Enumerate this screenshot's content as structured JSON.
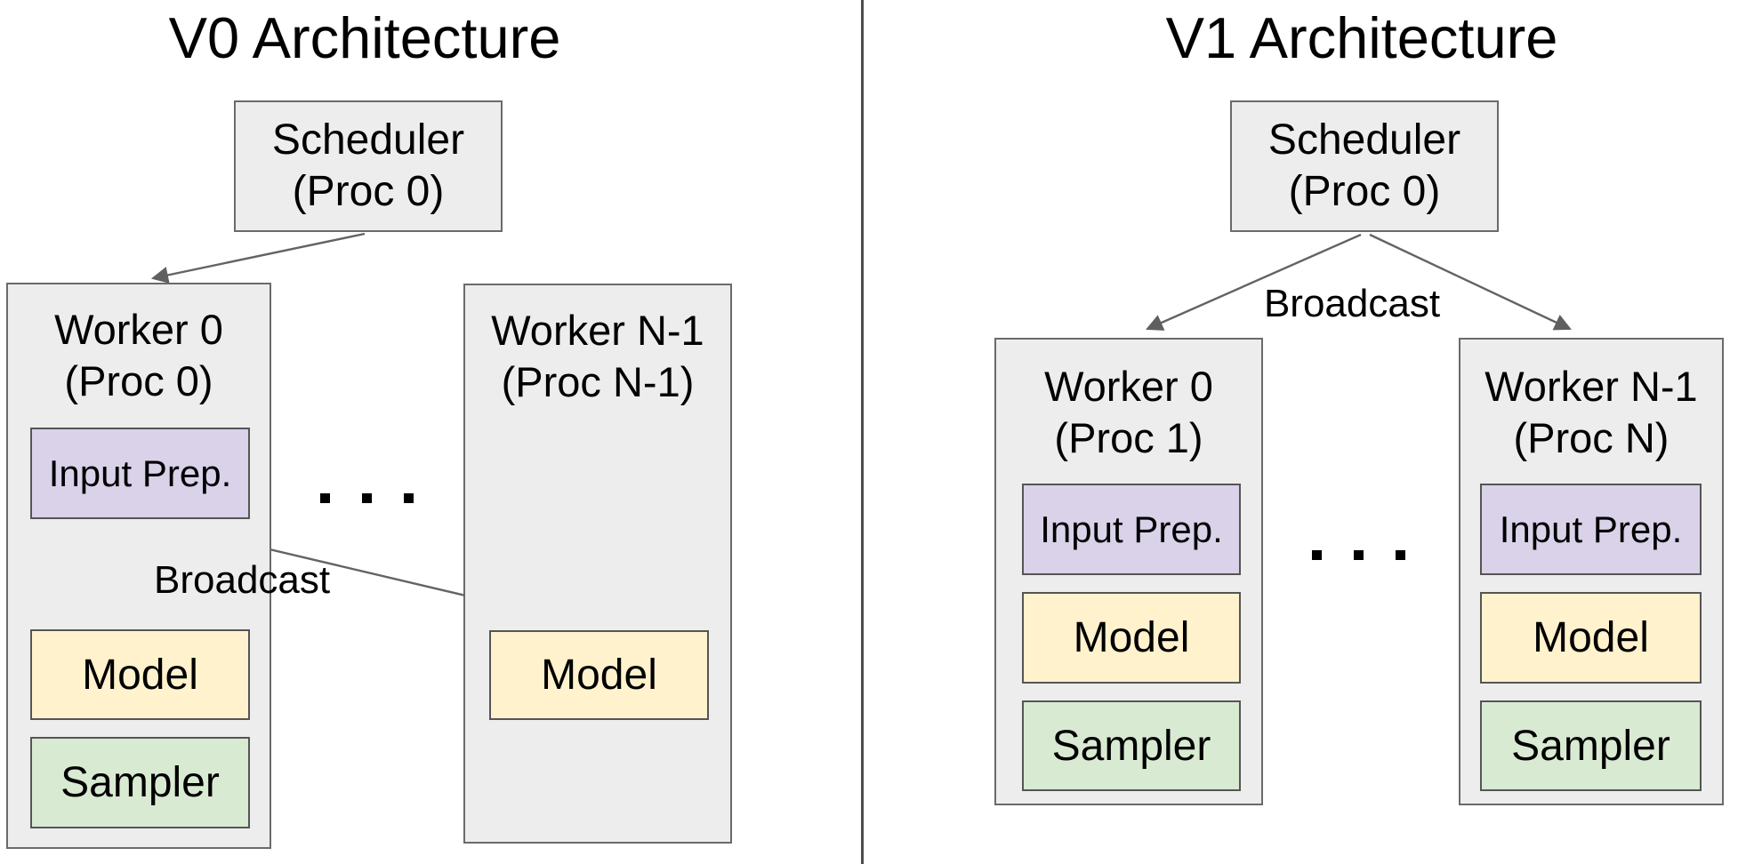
{
  "colors": {
    "background": "#ffffff",
    "container_fill": "#ededed",
    "container_border": "#6a6a6a",
    "inner_border": "#555555",
    "input_prep_fill": "#d9d2e9",
    "model_fill": "#fff2cc",
    "sampler_fill": "#d9ead3",
    "arrow": "#636363",
    "divider": "#4d4d4d",
    "text": "#000000"
  },
  "v0": {
    "title": "V0 Architecture",
    "scheduler": {
      "name": "Scheduler",
      "proc": "(Proc 0)"
    },
    "broadcast_label": "Broadcast",
    "ellipsis": ". . .",
    "worker0": {
      "name": "Worker 0",
      "proc": "(Proc 0)",
      "input_prep": "Input Prep.",
      "model": "Model",
      "sampler": "Sampler"
    },
    "worker_n": {
      "name": "Worker N-1",
      "proc": "(Proc N-1)",
      "model": "Model"
    }
  },
  "v1": {
    "title": "V1 Architecture",
    "scheduler": {
      "name": "Scheduler",
      "proc": "(Proc 0)"
    },
    "broadcast_label": "Broadcast",
    "ellipsis": ". . .",
    "worker0": {
      "name": "Worker 0",
      "proc": "(Proc 1)",
      "input_prep": "Input Prep.",
      "model": "Model",
      "sampler": "Sampler"
    },
    "worker_n": {
      "name": "Worker N-1",
      "proc": "(Proc N)",
      "input_prep": "Input Prep.",
      "model": "Model",
      "sampler": "Sampler"
    }
  }
}
